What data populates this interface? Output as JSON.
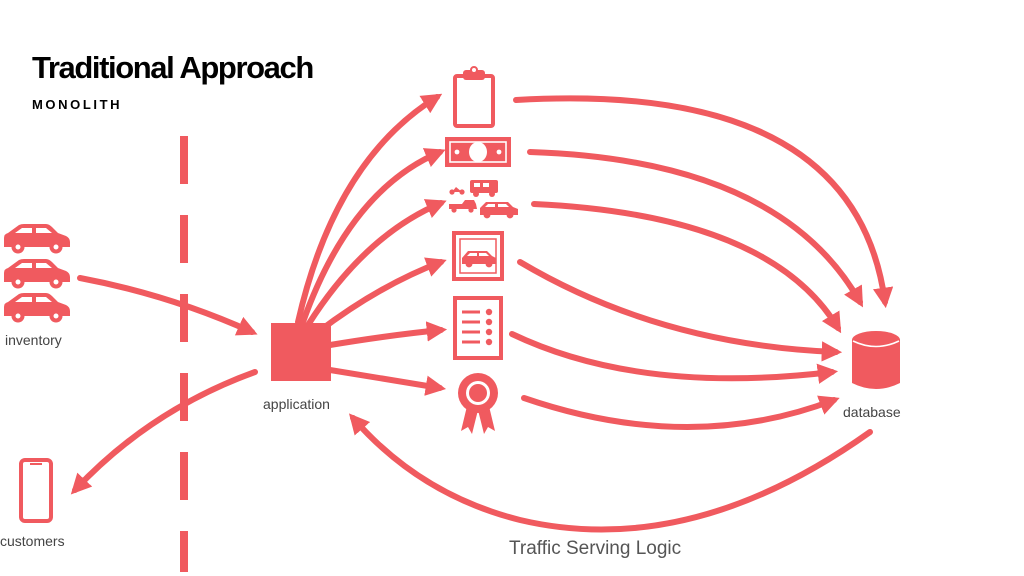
{
  "header": {
    "title": "Traditional Approach",
    "subtitle": "MONOLITH"
  },
  "labels": {
    "inventory": "inventory",
    "customers": "customers",
    "application": "application",
    "database": "database",
    "traffic": "Traffic Serving Logic"
  },
  "icons": [
    "car-icon",
    "smartphone-icon",
    "clipboard-icon",
    "money-icon",
    "vehicles-icon",
    "framed-car-icon",
    "checklist-icon",
    "ribbon-award-icon",
    "database-icon"
  ],
  "colors": {
    "accent": "#f05a5f",
    "title": "#000000"
  }
}
